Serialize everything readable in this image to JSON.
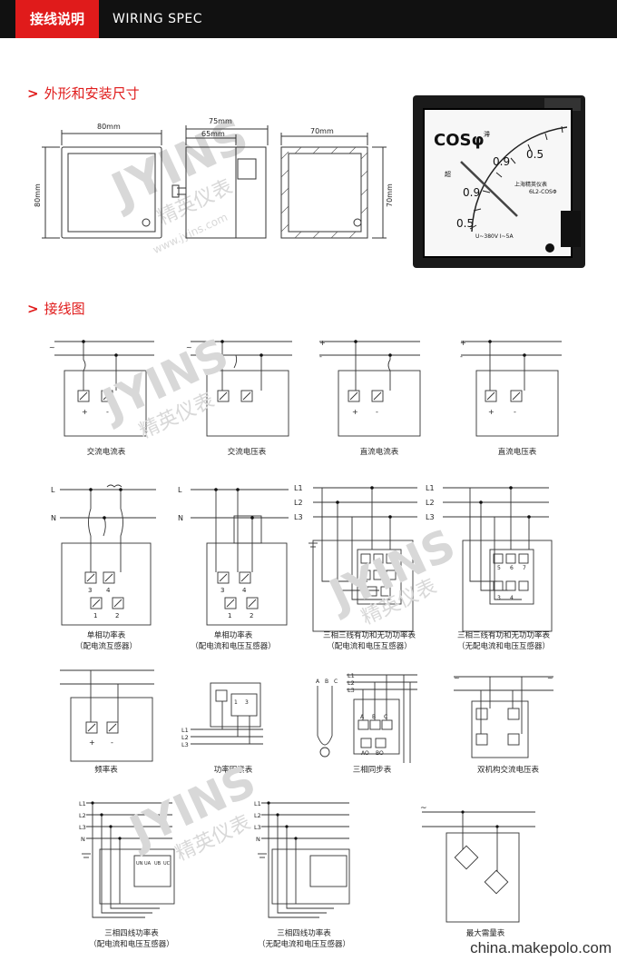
{
  "header": {
    "tag": "接线说明",
    "title": "WIRING SPEC"
  },
  "sections": {
    "dimensions": "外形和安装尺寸",
    "wiring": "接线图"
  },
  "dims": {
    "front_w": "80mm",
    "front_h": "80mm",
    "side_total": "75mm",
    "side_body": "65mm",
    "cutout_w": "70mm",
    "cutout_h": "70mm"
  },
  "meter": {
    "face_symbol": "COSφ",
    "scale_labels": [
      "0.5",
      "0.9",
      "0.9",
      "0.5"
    ],
    "maker_line": "上海精英仪表",
    "model": "6L2-COSΦ",
    "spec": "U~380V I~5A",
    "cap_labels": [
      "滞",
      "超"
    ]
  },
  "terminals": {
    "plus": "+",
    "minus": "-",
    "ac": "~",
    "l": "L",
    "n": "N",
    "l1": "L1",
    "l2": "L2",
    "l3": "L3",
    "n_line": "N",
    "t1": "1",
    "t2": "2",
    "t3": "3",
    "t4": "4",
    "t5": "5",
    "t6": "6",
    "t7": "7",
    "a": "A",
    "b": "B",
    "c": "C",
    "ao": "AO",
    "bo": "BO",
    "un": "UN",
    "ua": "UA",
    "ub": "UB",
    "uc": "UC"
  },
  "captions": {
    "ac_current": "交流电流表",
    "ac_voltage": "交流电压表",
    "dc_current": "直流电流表",
    "dc_voltage": "直流电压表",
    "single_a": "单相功率表",
    "single_a_sub": "（配电流互感器）",
    "single_b": "单相功率表",
    "single_b_sub": "（配电流和电压互感器）",
    "three3_a": "三相三线有功和无功功率表",
    "three3_a_sub": "（配电流和电压互感器）",
    "three3_b": "三相三线有功和无功功率表",
    "three3_b_sub": "（无配电流和电压互感器）",
    "freq": "频率表",
    "pf": "功率因素表",
    "sync": "三相同步表",
    "dual": "双机构交流电压表",
    "three4_a": "三相四线功率表",
    "three4_a_sub": "（配电流和电压互感器）",
    "three4_b": "三相四线功率表",
    "three4_b_sub": "（无配电流和电压互感器）",
    "max_demand": "最大需量表"
  },
  "watermark": {
    "brand": "JYINS",
    "cn": "精英仪表",
    "url": "www.jyins.com"
  },
  "footer": "china.makepolo.com"
}
